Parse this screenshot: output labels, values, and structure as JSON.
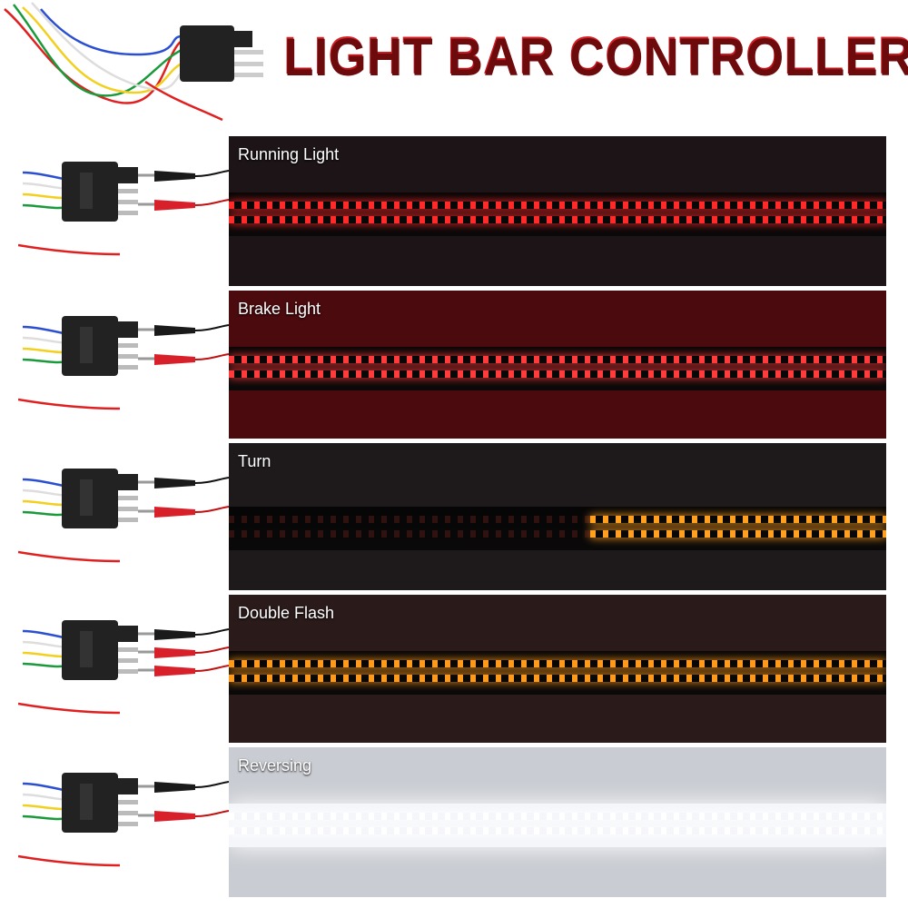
{
  "title": "LIGHT BAR CONTROLLER",
  "modes": [
    {
      "label": "Running Light",
      "color": "#ff2a2a",
      "bg": "#1c1416",
      "lit": 1.0,
      "clips": [
        "black",
        "red"
      ]
    },
    {
      "label": "Brake Light",
      "color": "#ff3b3b",
      "bg": "#4a0a0e",
      "lit": 1.0,
      "clips": [
        "black",
        "red"
      ]
    },
    {
      "label": "Turn",
      "color": "#ffa020",
      "bg": "#1e1a1c",
      "lit": 0.45,
      "clips": [
        "black",
        "red"
      ]
    },
    {
      "label": "Double Flash",
      "color": "#ff9a1a",
      "bg": "#2a1a1a",
      "lit": 1.0,
      "clips": [
        "black",
        "red",
        "red"
      ]
    },
    {
      "label": "Reversing",
      "color": "#ffffff",
      "bg": "#c9ccd2",
      "lit": 1.0,
      "clips": [
        "black",
        "red"
      ]
    }
  ]
}
